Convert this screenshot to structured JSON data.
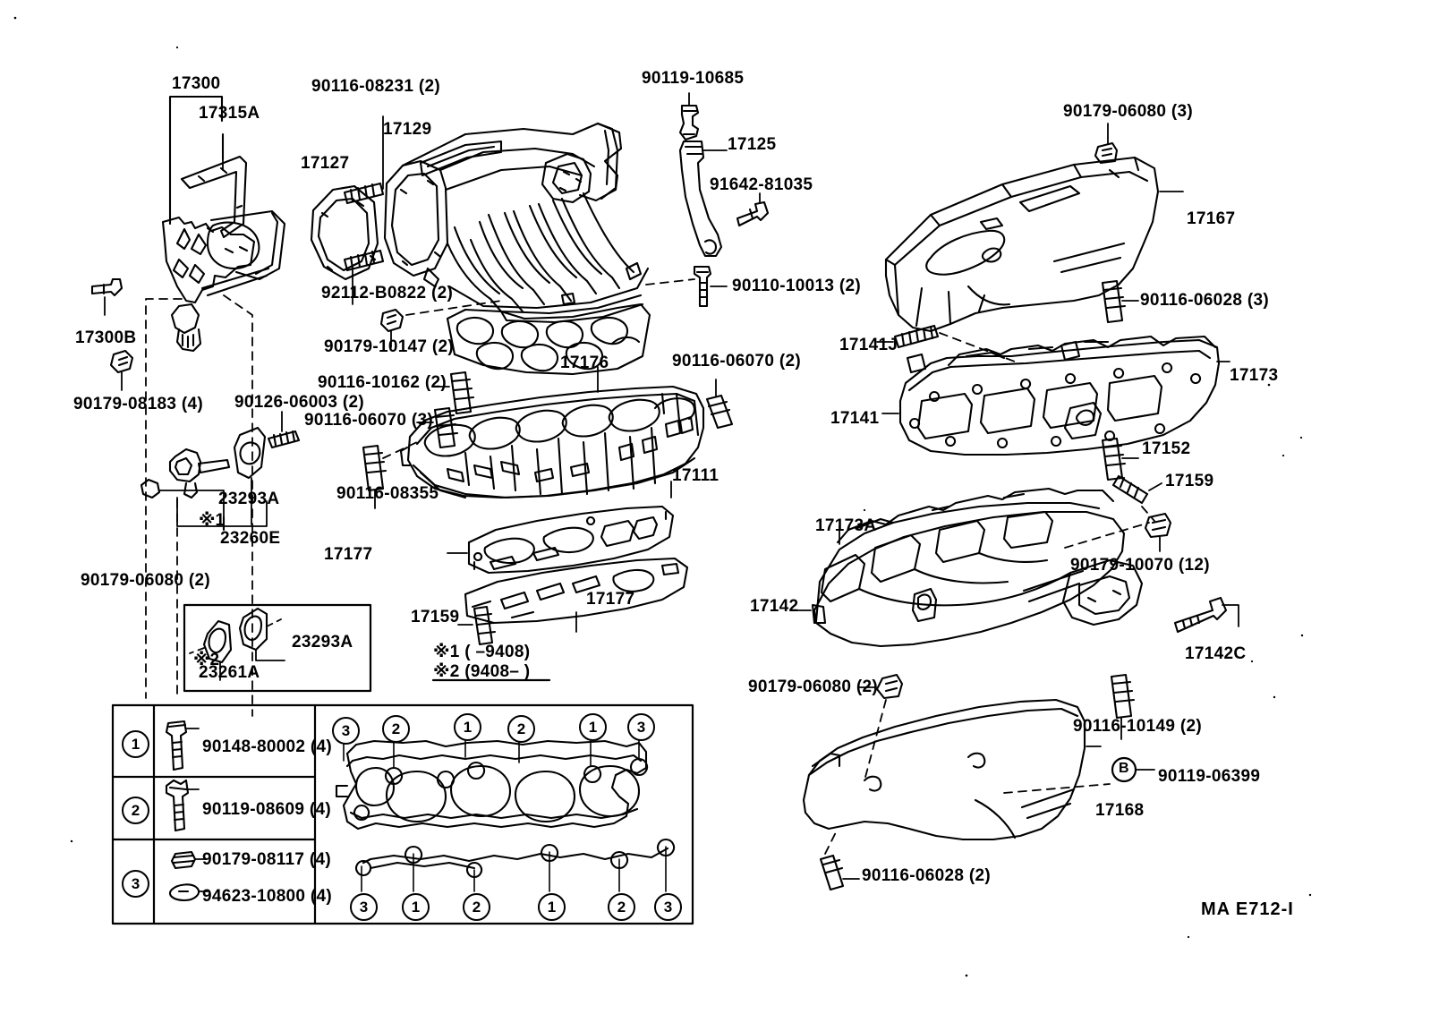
{
  "diagram": {
    "code": "MA E712-I",
    "notes": [
      {
        "mark": "※1",
        "text": "(        –9408)"
      },
      {
        "mark": "※2",
        "text": "(9408–        )"
      }
    ]
  },
  "labels": {
    "l17300": "17300",
    "l17315A": "17315A",
    "l17127": "17127",
    "l90116_08231": "90116-08231 (2)",
    "l17129": "17129",
    "l90119_10685": "90119-10685",
    "l17125": "17125",
    "l91642_81035": "91642-81035",
    "l90179_06080_3": "90179-06080 (3)",
    "l17167": "17167",
    "l92112_B0822": "92112-B0822 (2)",
    "l90179_10147": "90179-10147 (2)",
    "l90110_10013": "90110-10013 (2)",
    "l17300B": "17300B",
    "l90179_08183": "90179-08183 (4)",
    "l17176": "17176",
    "l90116_06070_2": "90116-06070 (2)",
    "l90116_06028_3": "90116-06028 (3)",
    "l17141J": "17141J",
    "l17173": "17173",
    "l17141": "17141",
    "l90116_10162": "90116-10162 (2)",
    "l90126_06003": "90126-06003 (2)",
    "l90116_06070_3": "90116-06070 (3)",
    "l17152": "17152",
    "l17159_r": "17159",
    "l23293A_top": "23293A",
    "l90116_08355": "90116-08355",
    "l17111": "17111",
    "l17173A": "17173A",
    "l90179_10070": "90179-10070 (12)",
    "l23260E": "23260E",
    "l17177_left": "17177",
    "l17177_right": "17177",
    "l17142": "17142",
    "l90179_06080_2a": "90179-06080 (2)",
    "l23293A_box": "23293A",
    "l23261A": "23261A",
    "l17159_c": "17159",
    "l17142C": "17142C",
    "l90179_06080_2b": "90179-06080 (2)",
    "l90116_10149": "90116-10149 (2)",
    "l90119_06399": "90119-06399",
    "l17168": "17168",
    "l90116_06028_2": "90116-06028 (2)",
    "star1_mark": "※1",
    "star2_mark": "※2",
    "badge_B": "B"
  },
  "legend": {
    "rows": [
      {
        "num": "1",
        "icon": "hex-flange-bolt-icon",
        "parts": [
          "90148-80002 (4)"
        ]
      },
      {
        "num": "2",
        "icon": "washer-head-bolt-icon",
        "parts": [
          "90119-08609 (4)"
        ]
      },
      {
        "num": "3",
        "icon": "nut-and-washer-icon",
        "parts": [
          "90179-08117 (4)",
          "94623-10800 (4)"
        ]
      }
    ]
  },
  "bolt_pattern": {
    "top_row": [
      "3",
      "2",
      "1",
      "2",
      "1",
      "3"
    ],
    "bottom_row": [
      "3",
      "1",
      "2",
      "1",
      "2",
      "3"
    ]
  },
  "colors": {
    "ink": "#000000",
    "paper": "#ffffff"
  }
}
